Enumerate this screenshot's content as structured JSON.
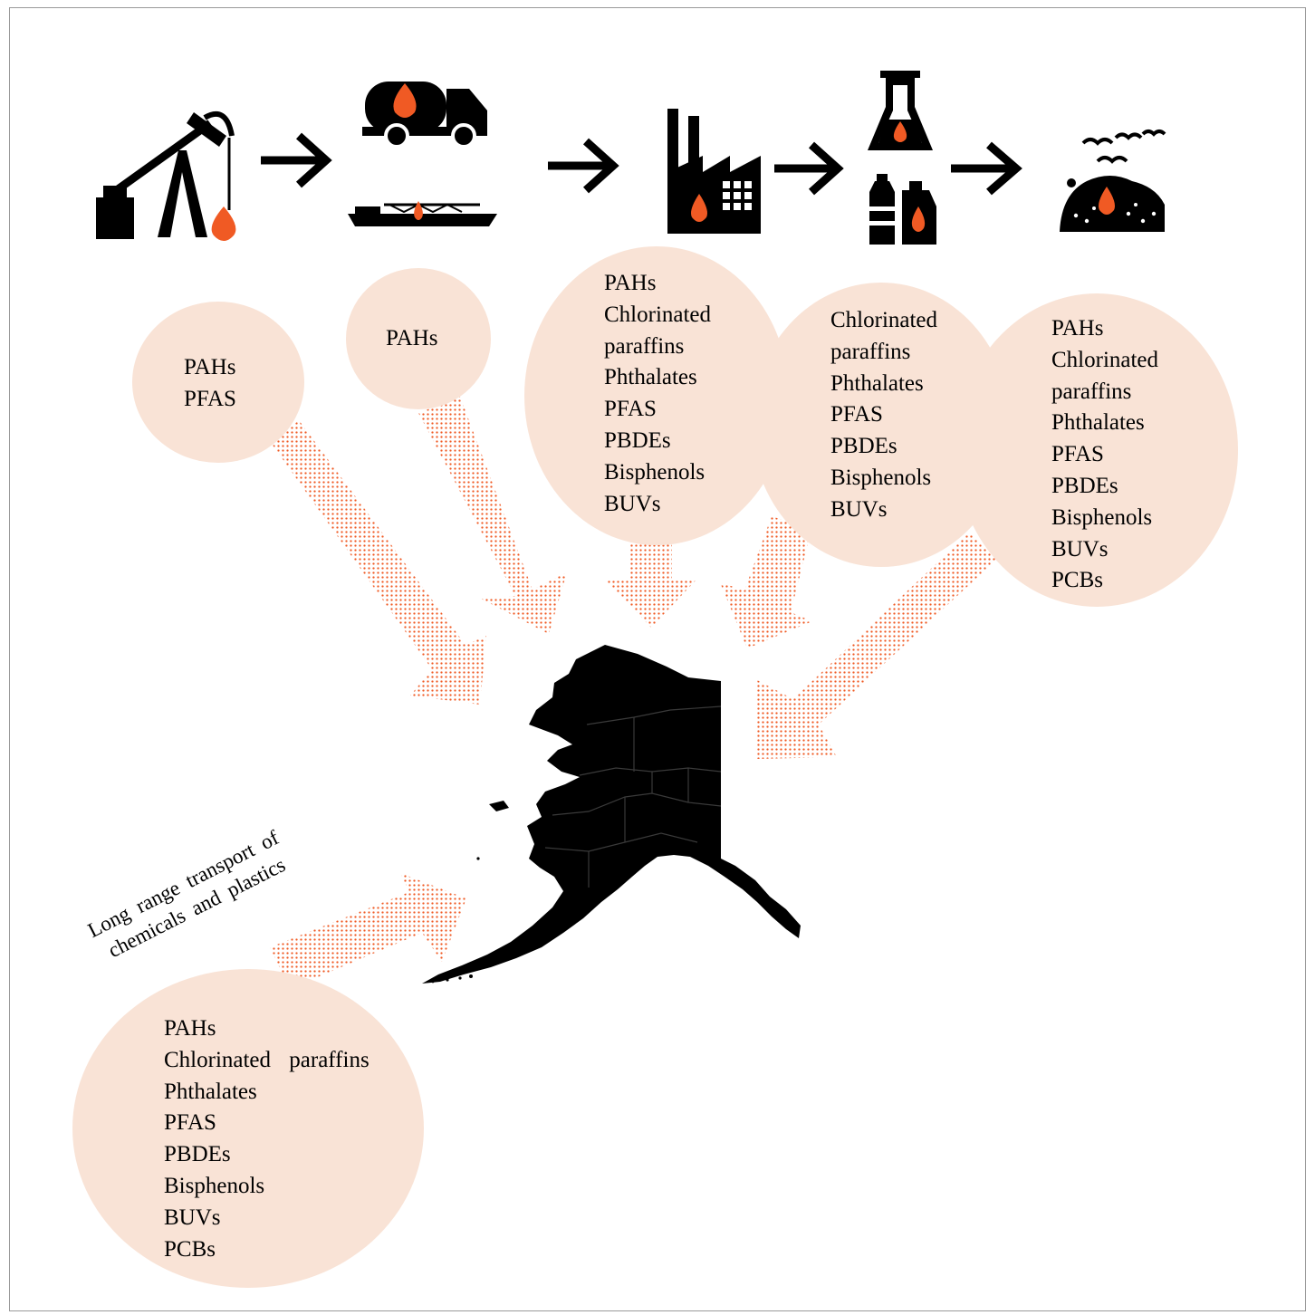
{
  "lifecycle": {
    "stages": [
      {
        "name": "extraction",
        "icon": "oil-pump-icon"
      },
      {
        "name": "transport",
        "icon": "tanker-truck-and-ship-icon"
      },
      {
        "name": "manufacturing",
        "icon": "factory-icon"
      },
      {
        "name": "products",
        "icon": "flask-and-bottles-icon"
      },
      {
        "name": "disposal",
        "icon": "landfill-birds-icon"
      }
    ],
    "accent_color": "#f05a24"
  },
  "bubbles": [
    {
      "id": "extraction",
      "items": [
        "PAHs",
        "PFAS"
      ]
    },
    {
      "id": "transport",
      "items": [
        "PAHs"
      ]
    },
    {
      "id": "manufacturing",
      "items": [
        "PAHs",
        "Chlorinated",
        "paraffins",
        "Phthalates",
        "PFAS",
        "PBDEs",
        "Bisphenols",
        "BUVs"
      ]
    },
    {
      "id": "products",
      "items": [
        "Chlorinated",
        "paraffins",
        "Phthalates",
        "PFAS",
        "PBDEs",
        "Bisphenols",
        "BUVs"
      ]
    },
    {
      "id": "disposal",
      "items": [
        "PAHs",
        "Chlorinated",
        "paraffins",
        "Phthalates",
        "PFAS",
        "PBDEs",
        "Bisphenols",
        "BUVs",
        "PCBs"
      ]
    },
    {
      "id": "long-range",
      "items": [
        "PAHs",
        "Chlorinated paraffins",
        "Phthalates",
        "PFAS",
        "PBDEs",
        "Bisphenols",
        "BUVs",
        "PCBs"
      ]
    }
  ],
  "long_range_caption": {
    "line1": "Long range transport of",
    "line2": "chemicals and plastics"
  },
  "colors": {
    "bubble_fill": "#f9e3d6",
    "arrow_dots": "#f05a24",
    "icons": "#000000"
  }
}
